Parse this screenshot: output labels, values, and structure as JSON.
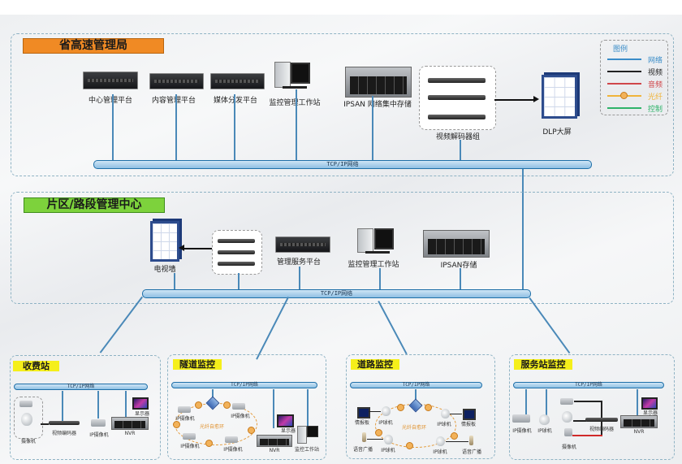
{
  "provincial": {
    "title": "省高速管理局",
    "title_color": "#f08a24",
    "devices": [
      {
        "label": "中心管理平台"
      },
      {
        "label": "内容管理平台"
      },
      {
        "label": "媒体分发平台"
      },
      {
        "label": "监控管理工作站"
      },
      {
        "label": "IPSAN 网络集中存储"
      },
      {
        "label": "视频解码器组"
      },
      {
        "label": "DLP大屏"
      }
    ],
    "bus_label": "TCP/IP网络"
  },
  "legend": {
    "title": "图例",
    "items": [
      {
        "label": "网络",
        "color": "#3a8cc8"
      },
      {
        "label": "视频",
        "color": "#222222"
      },
      {
        "label": "音频",
        "color": "#d0464a"
      },
      {
        "label": "光纤",
        "color": "#f0b43a"
      },
      {
        "label": "控制",
        "color": "#2fb36a"
      }
    ]
  },
  "regional": {
    "title": "片区/路段管理中心",
    "title_color": "#7dd23c",
    "devices": [
      {
        "label": "电视墙"
      },
      {
        "label": "管理服务平台"
      },
      {
        "label": "监控管理工作站"
      },
      {
        "label": "IPSAN存储"
      }
    ],
    "bus_label": "TCP/IP网络"
  },
  "sites": [
    {
      "title": "收费站",
      "bus_label": "TCP/IP网络",
      "labels": {
        "camera": "摄像机",
        "encoder": "视频编码器",
        "ipcam": "IP摄像机",
        "nvr": "NVR",
        "display": "显示器"
      }
    },
    {
      "title": "隧道监控",
      "bus_label": "TCP/IP网络",
      "labels": {
        "ipcam": "IP摄像机",
        "ring": "光纤自愈环",
        "nvr": "NVR",
        "display": "显示器",
        "workstation": "监控工作站"
      }
    },
    {
      "title": "道路监控",
      "bus_label": "TCP/IP网络",
      "labels": {
        "board": "情报板",
        "ipdome": "IP球机",
        "ring": "光纤自愈环",
        "speaker": "语音广播"
      }
    },
    {
      "title": "服务站监控",
      "bus_label": "TCP/IP网络",
      "labels": {
        "ipcam": "IP摄像机",
        "ipdome": "IP球机",
        "encoder": "视频编码器",
        "camera": "摄像机",
        "nvr": "NVR",
        "display": "显示器"
      }
    }
  ],
  "site_title_color": "#f5ef1a"
}
